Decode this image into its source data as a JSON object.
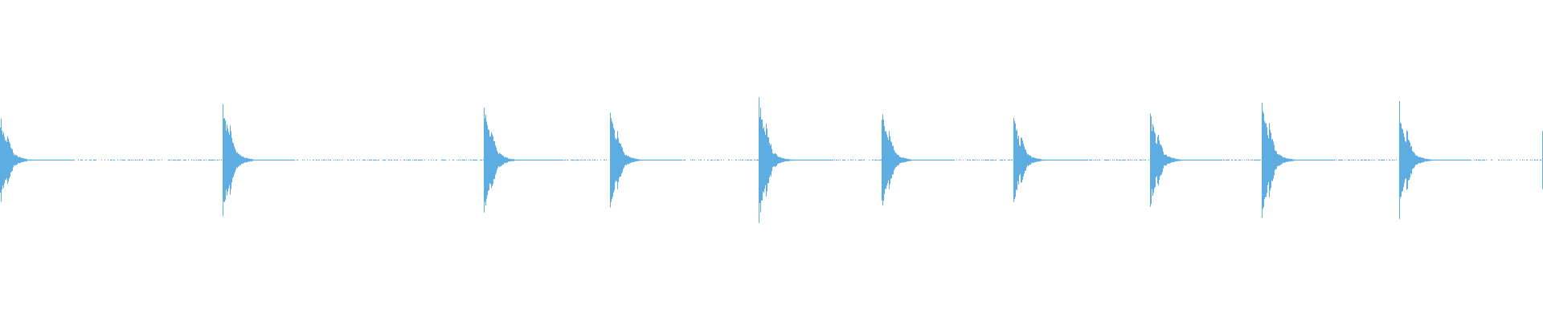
{
  "waveform": {
    "color": "#5dade2",
    "background": "#ffffff",
    "onsets": [
      0.0,
      0.1443,
      0.3135,
      0.3953,
      0.4917,
      0.5714,
      0.6568,
      0.7453,
      0.8177,
      0.9068,
      0.9995
    ],
    "peak_amplitudes": [
      0.135,
      0.18,
      0.18,
      0.15,
      0.19,
      0.15,
      0.135,
      0.15,
      0.19,
      0.17,
      0.09
    ]
  }
}
